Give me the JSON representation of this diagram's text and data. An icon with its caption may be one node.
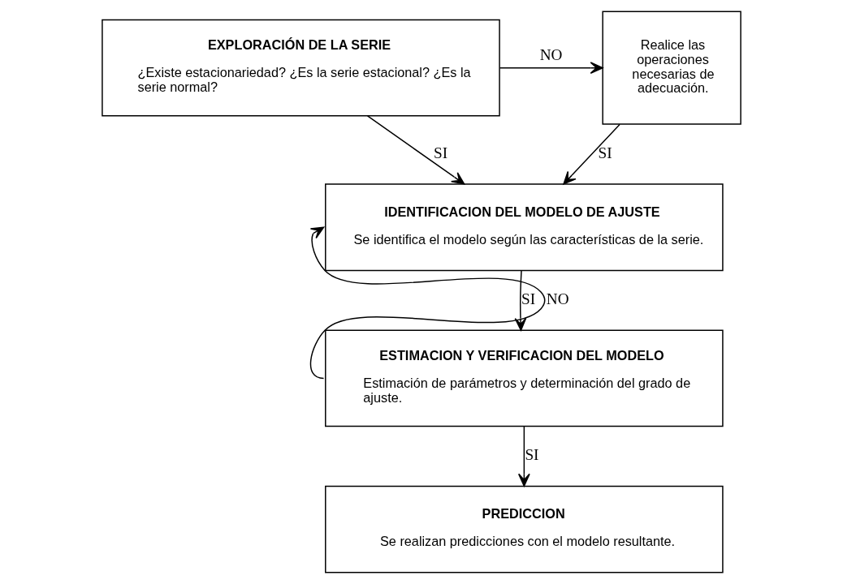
{
  "diagram": {
    "nodes": [
      {
        "text": [
          "EXPLORACIÓN DE LA SERIE",
          "¿Existe estacionariedad? ¿Es la serie estacional? ¿Es la serie normal?"
        ]
      },
      {
        "text": [
          "Realice las operaciones necesarias de adecuación."
        ]
      },
      {
        "text": [
          "IDENTIFICACION DEL MODELO DE AJUSTE",
          "Se identifica el modelo según las características de la serie."
        ]
      },
      {
        "text": [
          "ESTIMACION Y VERIFICACION DEL MODELO",
          "Estimación de parámetros y determinación del grado de ajuste."
        ]
      },
      {
        "text": [
          "PREDICCION",
          "Se realizan predicciones con el modelo resultante."
        ]
      }
    ],
    "edges": [
      {
        "from": 0,
        "to": 1,
        "arrow": "to",
        "label": "NO"
      },
      {
        "from": 0,
        "to": 2,
        "arrow": "to",
        "label": "SI"
      },
      {
        "from": 1,
        "to": 2,
        "arrow": "to",
        "label": "SI"
      },
      {
        "from": 2,
        "to": 3,
        "arrow": "to",
        "label": "SI"
      },
      {
        "from": 3,
        "to": 2,
        "arrow": "to",
        "label": "NO"
      },
      {
        "from": 3,
        "to": 4,
        "arrow": "to",
        "label": "SI"
      }
    ]
  }
}
